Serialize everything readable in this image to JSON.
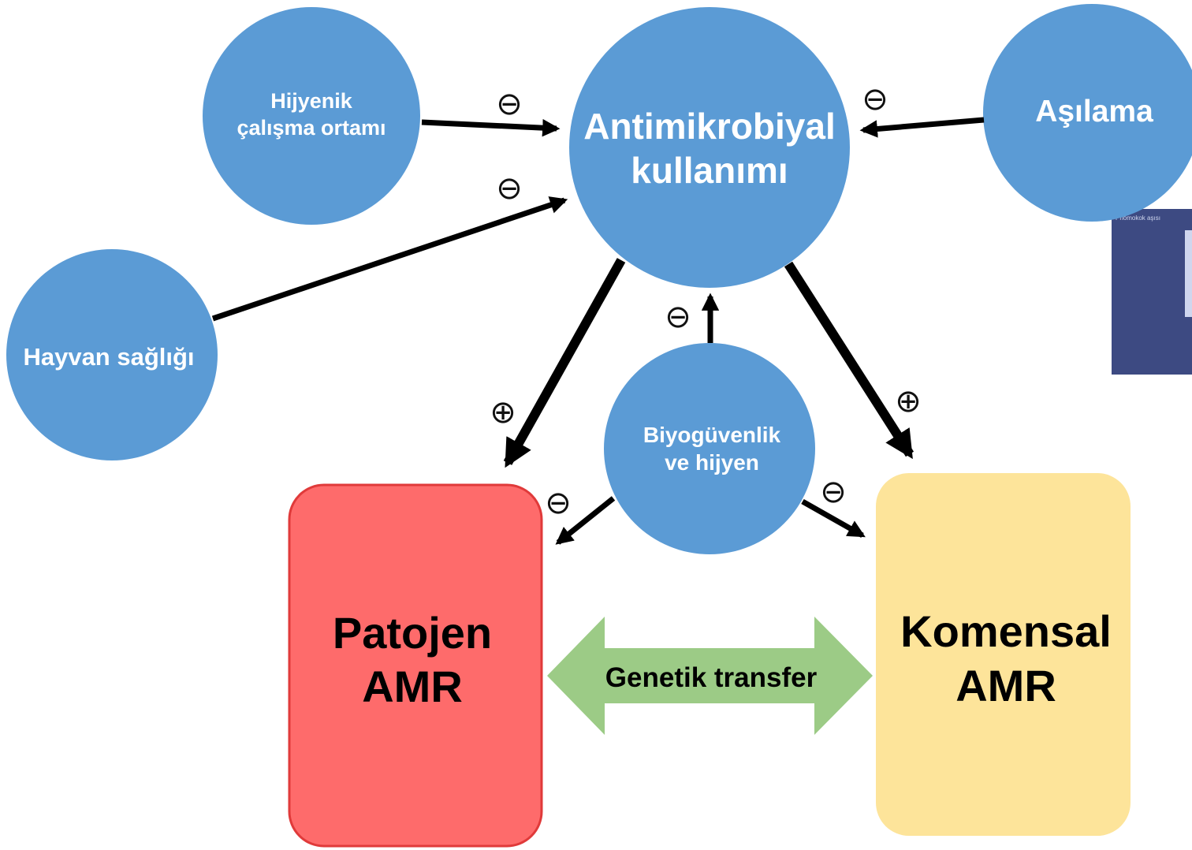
{
  "nodes": {
    "antimicrobial_use": {
      "line1": "Antimikrobiyal",
      "line2": "kullanımı"
    },
    "hygienic_environment": {
      "line1": "Hijyenik",
      "line2": "çalışma ortamı"
    },
    "animal_health": {
      "label": "Hayvan sağlığı"
    },
    "vaccination": {
      "label": "Aşılama"
    },
    "biosecurity": {
      "line1": "Biyogüvenlik",
      "line2": "ve hijyen"
    }
  },
  "boxes": {
    "pathogen_amr": {
      "line1": "Patojen",
      "line2": "AMR"
    },
    "commensal_amr": {
      "line1": "Komensal",
      "line2": "AMR"
    }
  },
  "transfer": {
    "label": "Genetik transfer"
  },
  "signs": {
    "hygiene_to_use": "⊖",
    "animal_to_use": "⊖",
    "vaccination_to_use": "⊖",
    "biosecurity_to_use": "⊖",
    "use_to_pathogen": "⊕",
    "use_to_commensal": "⊕",
    "biosecurity_to_pathogen": "⊖",
    "biosecurity_to_commensal": "⊖"
  },
  "thumbnail": {
    "caption": "Pnömokok aşısı"
  },
  "colors": {
    "node_blue": "#5b9bd5",
    "pathogen_red": "#fe6b6b",
    "pathogen_border": "#e03a3a",
    "commensal_yellow": "#fde49a",
    "transfer_green": "#9ccb86",
    "thumbnail_navy": "#3d4a82"
  }
}
